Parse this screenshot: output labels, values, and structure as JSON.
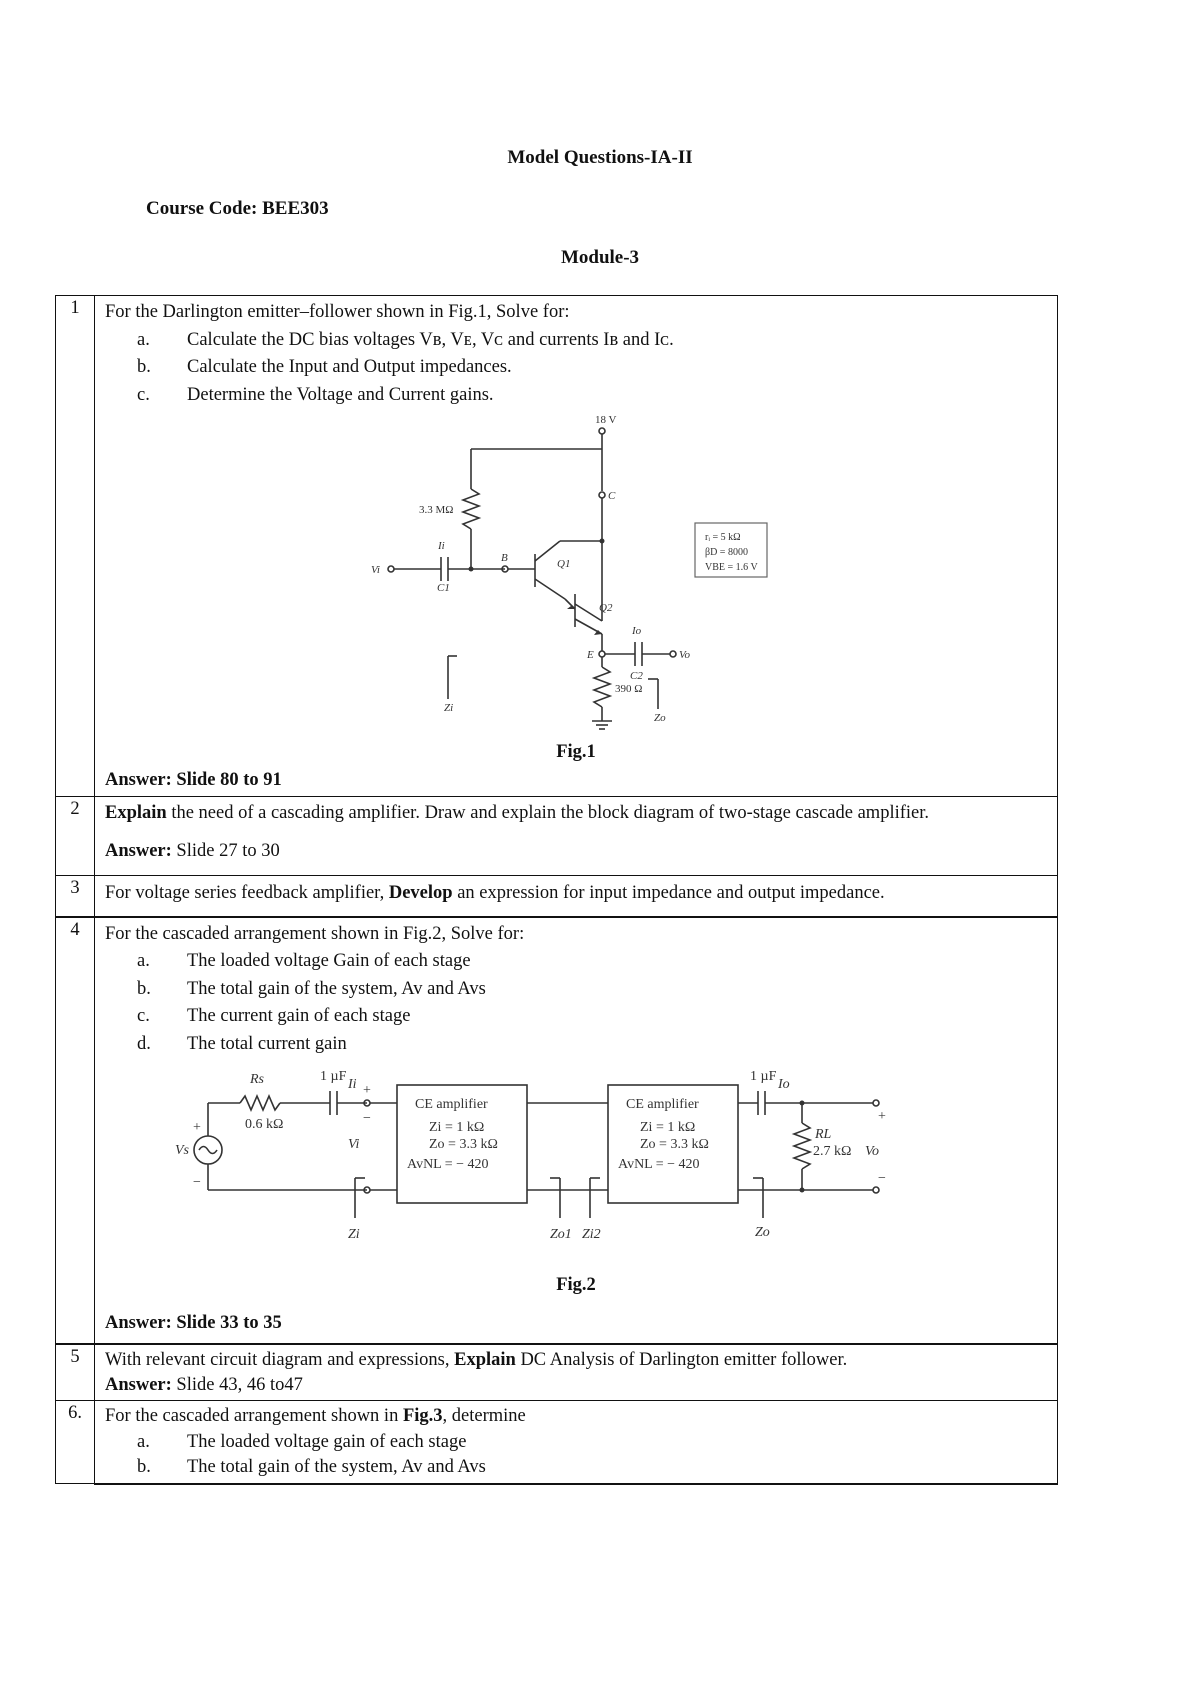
{
  "header": {
    "title": "Model Questions-IA-II",
    "course_code": "Course Code: BEE303",
    "module": "Module-3"
  },
  "questions": [
    {
      "num": "1",
      "intro": "For the Darlington emitter–follower shown in Fig.1, Solve for:",
      "items": [
        {
          "label": "a.",
          "text": "Calculate the DC bias voltages Vʙ, Vᴇ, Vᴄ and currents Iʙ and Iᴄ."
        },
        {
          "label": "b.",
          "text": "Calculate the Input and Output impedances."
        },
        {
          "label": "c.",
          "text": "Determine the Voltage and Current gains."
        }
      ],
      "figure": {
        "caption": "Fig.1",
        "supply": "18 V",
        "rb": "3.3 MΩ",
        "re": "390 Ω",
        "params": [
          "rᵢ = 5 kΩ",
          "βD = 8000",
          "VBE = 1.6 V"
        ]
      },
      "answer": "Answer: Slide 80 to 91"
    },
    {
      "num": "2",
      "intro_bold": "Explain",
      "intro": " the need of a cascading amplifier. Draw and explain the block diagram of two-stage cascade amplifier.",
      "answer_label": "Answer:",
      "answer_text": " Slide 27 to 30"
    },
    {
      "num": "3",
      "pre": "For voltage series feedback amplifier, ",
      "bold": "Develop",
      "post": " an expression for input impedance and output impedance."
    },
    {
      "num": "4",
      "intro": "For the cascaded arrangement shown in Fig.2, Solve for:",
      "items": [
        {
          "label": "a.",
          "text": "The loaded voltage Gain of each stage"
        },
        {
          "label": "b.",
          "text": "The total gain of the system, Av and Avs"
        },
        {
          "label": "c.",
          "text": "The current gain of each stage"
        },
        {
          "label": "d.",
          "text": "The total current gain"
        }
      ],
      "figure": {
        "caption": "Fig.2",
        "rs_label": "Rs",
        "rs_value": "0.6 kΩ",
        "cap1": "1 µF",
        "cap2": "1 µF",
        "amp1": {
          "title": "CE amplifier",
          "zi": "Zi = 1 kΩ",
          "zo": "Zo = 3.3 kΩ",
          "av": "AvNL = − 420"
        },
        "amp2": {
          "title": "CE amplifier",
          "zi": "Zi = 1 kΩ",
          "zo": "Zo = 3.3 kΩ",
          "av": "AvNL = − 420"
        },
        "rl_label": "RL",
        "rl_value": "2.7 kΩ"
      },
      "answer": "Answer: Slide 33 to 35"
    },
    {
      "num": "5",
      "pre": "With relevant circuit diagram and expressions, ",
      "bold": "Explain",
      "post": " DC Analysis of Darlington emitter follower.",
      "answer_label": "Answer:",
      "answer_text": " Slide 43, 46 to47"
    },
    {
      "num": "6.",
      "pre": "For the cascaded arrangement shown in ",
      "bold": "Fig.3",
      "post": ", determine",
      "items": [
        {
          "label": "a.",
          "text": "The loaded voltage gain of each stage"
        },
        {
          "label": "b.",
          "text": "The total gain of the system, Av and Avs"
        }
      ]
    }
  ]
}
